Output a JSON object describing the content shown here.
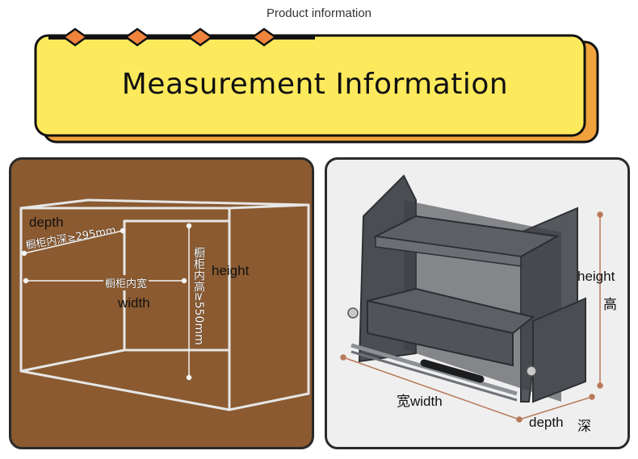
{
  "header": {
    "subtitle": "Product information",
    "title": "Measurement Information",
    "colors": {
      "banner_fill": "#fde95c",
      "banner_shadow": "#f0a23c",
      "diamond": "#f0843c",
      "outline": "#111111"
    }
  },
  "cabinet_panel": {
    "depth_label": "depth",
    "depth_spec": "橱柜内深≥295mm",
    "width_spec": "橱柜内宽",
    "width_label": "width",
    "height_spec": "橱柜内高≥550mm",
    "height_label": "height",
    "colors": {
      "background": "#8b5a30",
      "lines": "#e8e8e8"
    }
  },
  "product_panel": {
    "height_label": "height",
    "height_cn": "高",
    "width_label": "宽width",
    "depth_label": "depth",
    "depth_cn": "深",
    "colors": {
      "background": "#efefef",
      "dimension_line": "#b87a5a"
    }
  }
}
